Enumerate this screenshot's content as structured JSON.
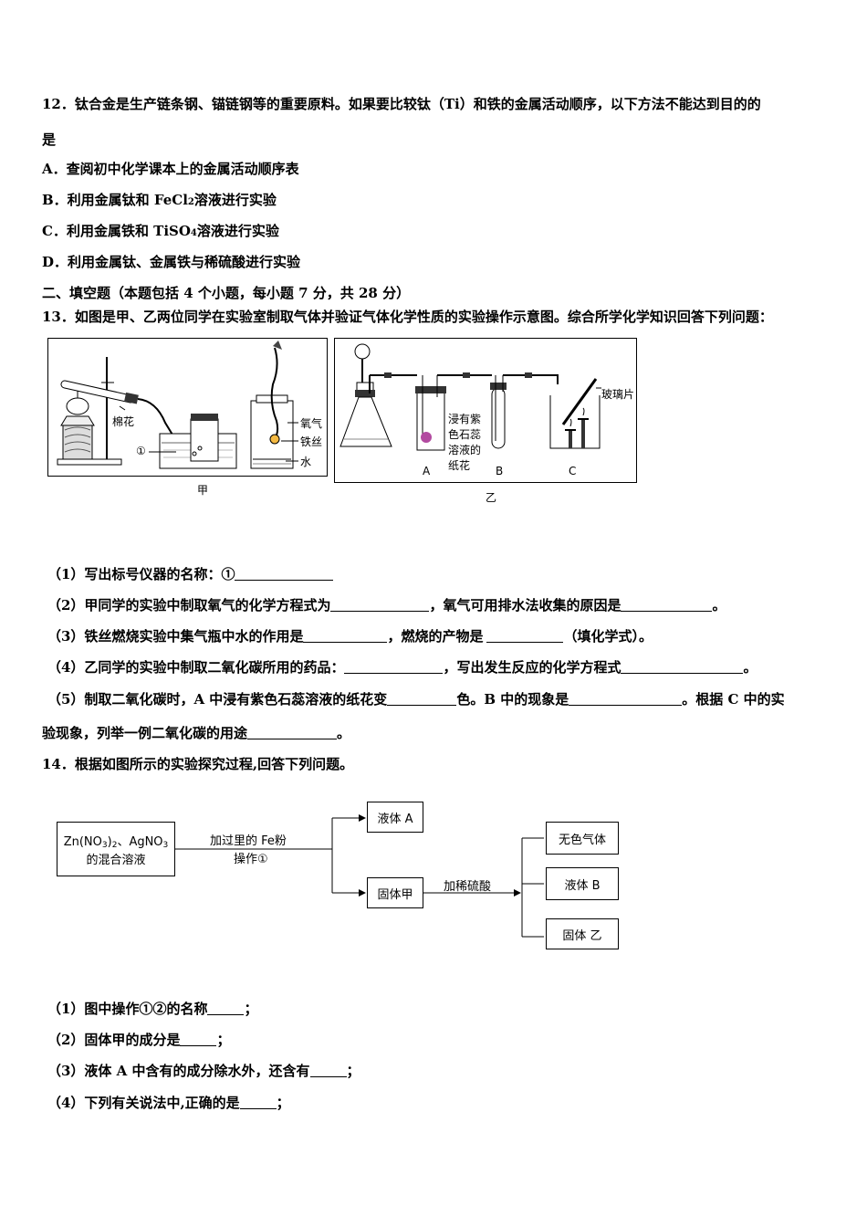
{
  "q12": {
    "stem_1": "12．钛合金是生产链条钢、锚链钢等的重要原料。如果要比较钛（Ti）和铁的金属活动顺序，以下方法不能达到目的的",
    "stem_2": "是",
    "opt_a": "A．查阅初中化学课本上的金属活动顺序表",
    "opt_b_pre": "B．利用金属钛和 FeCl",
    "opt_b_sub": "2",
    "opt_b_post": "溶液进行实验",
    "opt_c_pre": "C．利用金属铁和 TiSO",
    "opt_c_sub": "4",
    "opt_c_post": "溶液进行实验",
    "opt_d": "D．利用金属钛、金属铁与稀硫酸进行实验"
  },
  "section2": "二、填空题（本题包括 4 个小题，每小题 7 分，共 28 分）",
  "q13": {
    "stem": "13．如图是甲、乙两位同学在实验室制取气体并验证气体化学性质的实验操作示意图。综合所学化学知识回答下列问题：",
    "fig_jia": {
      "caption": "甲",
      "label_cotton": "棉花",
      "label_circle1": "①",
      "label_oxygen": "氧气",
      "label_wire": "铁丝",
      "label_water": "水"
    },
    "fig_yi": {
      "caption": "乙",
      "label_paper_1": "浸有紫",
      "label_paper_2": "色石蕊",
      "label_paper_3": "溶液的",
      "label_paper_4": "纸花",
      "label_glass": "玻璃片",
      "label_a": "A",
      "label_b": "B",
      "label_c": "C"
    },
    "p1": "（1）写出标号仪器的名称：①",
    "p2a": "（2）甲同学的实验中制取氧气的化学方程式为",
    "p2b": "，氧气可用排水法收集的原因是",
    "p2c": "。",
    "p3a": "（3）铁丝燃烧实验中集气瓶中水的作用是",
    "p3b": "，燃烧的产物是",
    "p3c": "（填化学式）。",
    "p4a": "（4）乙同学的实验中制取二氧化碳所用的药品：",
    "p4b": "，写出发生反应的化学方程式",
    "p4c": "。",
    "p5a": "（5）制取二氧化碳时，A 中浸有紫色石蕊溶液的纸花变",
    "p5b": "色。B 中的现象是",
    "p5c": "。根据 C 中的实",
    "p5d": "验现象，列举一例二氧化碳的用途",
    "p5e": "。"
  },
  "q14": {
    "stem": "14．根据如图所示的实验探究过程,回答下列问题。",
    "flow": {
      "start_1_pre": "Zn(NO",
      "start_1_sub1": "3",
      "start_1_mid": ")",
      "start_1_sub2": "2",
      "start_1_post": "、AgNO",
      "start_1_sub3": "3",
      "start_2": "的混合溶液",
      "step1_1": "加过里的 Fe粉",
      "step1_2": "操作①",
      "liquid_a": "液体 A",
      "solid_jia": "固体甲",
      "step2": "加稀硫酸",
      "gas": "无色气体",
      "liquid_b": "液体  B",
      "solid_yi": "固体 乙"
    },
    "p1a": "（1）图中操作①②的名称",
    "p1b": "；",
    "p2a": "（2）固体甲的成分是",
    "p2b": "；",
    "p3a": "（3）液体 A 中含有的成分除水外，还含有",
    "p3b": "；",
    "p4a": "（4）下列有关说法中,正确的是",
    "p4b": "；"
  }
}
